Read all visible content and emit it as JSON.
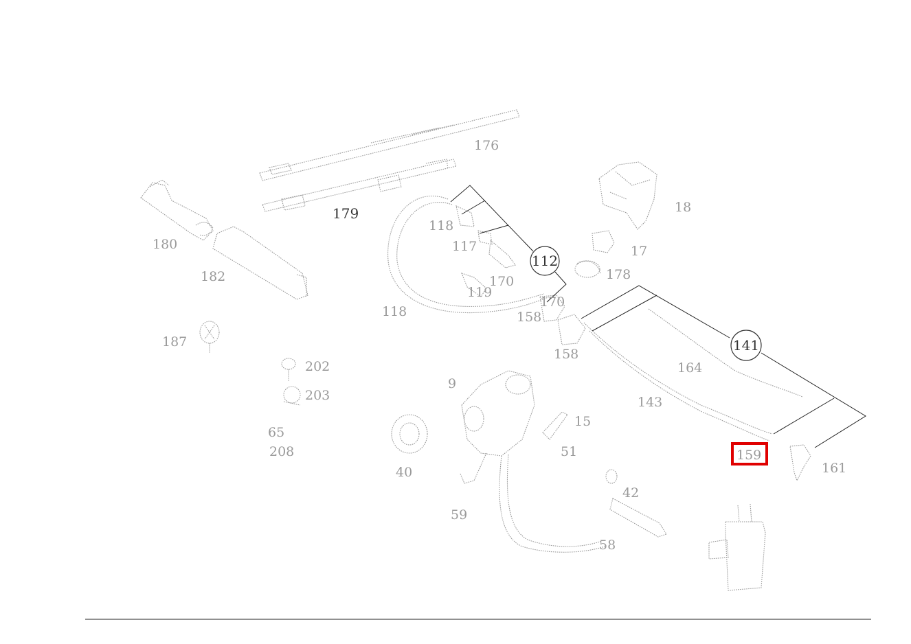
{
  "diagram": {
    "labels": {
      "l179": "179",
      "l176": "176",
      "l180": "180",
      "l182": "182",
      "l118a": "118",
      "l118b": "118",
      "l117": "117",
      "l170": "170",
      "l170b": "170",
      "l119": "119",
      "l158a": "158",
      "l158b": "158",
      "l18": "18",
      "l17": "17",
      "l178": "178",
      "l187": "187",
      "l202": "202",
      "l203": "203",
      "l65": "65",
      "l208": "208",
      "l164": "164",
      "l143": "143",
      "l161": "161",
      "l15": "15",
      "l51": "51",
      "l59": "59",
      "l42": "42",
      "l58": "58",
      "l9": "9",
      "l40": "40"
    },
    "callouts": {
      "c112": "112",
      "c141": "141"
    },
    "highlighted_label": "159",
    "highlight_color": "#e00000"
  }
}
